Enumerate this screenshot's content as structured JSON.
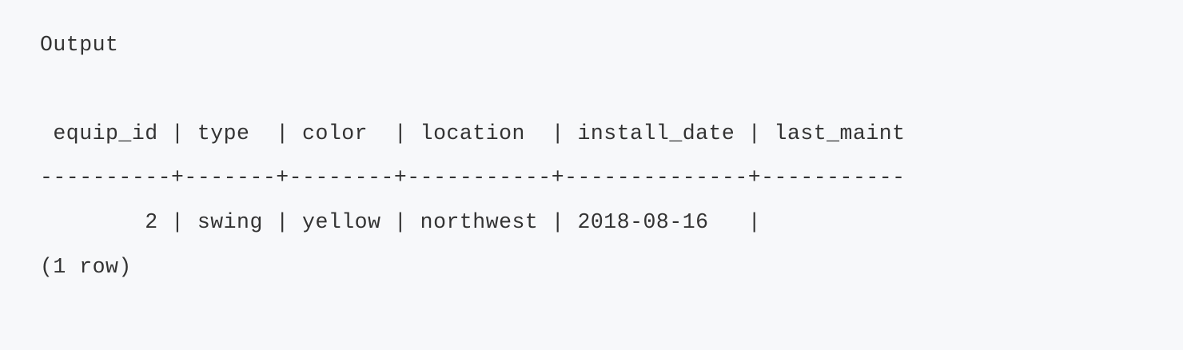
{
  "output": {
    "label": "Output",
    "table": {
      "header_line": " equip_id | type  | color  | location  | install_date | last_maint",
      "separator_line": "----------+-------+--------+-----------+--------------+-----------",
      "rows": [
        "        2 | swing | yellow | northwest | 2018-08-16   |"
      ],
      "row_count": "(1 row)"
    }
  }
}
